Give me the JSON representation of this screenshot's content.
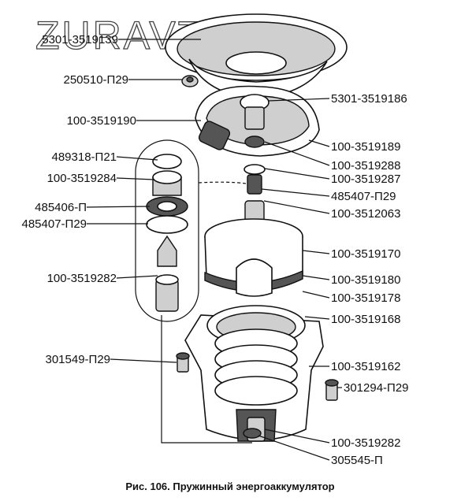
{
  "watermark": "ZURAVTO.RU",
  "caption": "Рис. 106. Пружинный энергоаккумулятор",
  "labels_left": [
    "5301-3519139",
    "250510-П29",
    "100-3519190",
    "489318-П21",
    "100-3519284",
    "485406-П",
    "485407-П29",
    "100-3519282",
    "301549-П29"
  ],
  "labels_right": [
    "5301-3519186",
    "100-3519189",
    "100-3519288",
    "100-3519287",
    "485407-П29",
    "100-3512063",
    "100-3519170",
    "100-3519180",
    "100-3519178",
    "100-3519168",
    "100-3519162",
    "301294-П29",
    "100-3519282",
    "305545-П"
  ]
}
